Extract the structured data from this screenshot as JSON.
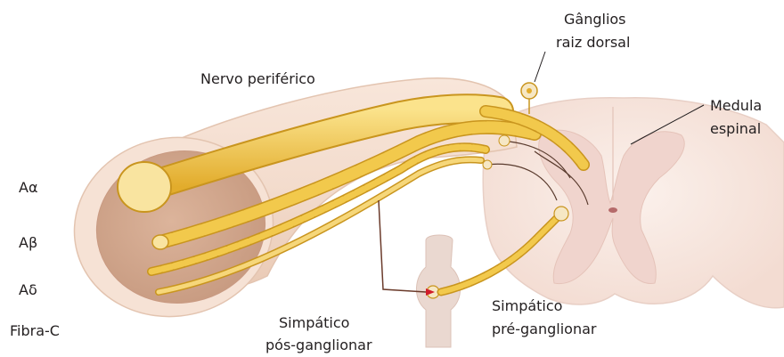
{
  "labels": {
    "ganglios_line1": "Gânglios",
    "ganglios_line2": "raiz dorsal",
    "nervo_periferico": "Nervo periférico",
    "medula_line1": "Medula",
    "medula_line2": "espinal",
    "a_alpha": "Aα",
    "a_beta": "Aβ",
    "a_delta": "Aδ",
    "fibra_c": "Fibra-C",
    "simpatico_pos_line1": "Simpático",
    "simpatico_pos_line2": "pós-ganglionar",
    "simpatico_pre_line1": "Simpático",
    "simpatico_pre_line2": "pré-ganglionar"
  },
  "colors": {
    "nerve_sheath": "#f3dccd",
    "nerve_inner": "#e6c3ad",
    "fiber_gold": "#f2c94c",
    "fiber_outline": "#c9951e",
    "spinal_cord": "#f8e9e2",
    "gray_matter": "#f0d4cd",
    "sympathetic_chain": "#ead8d0",
    "line": "#231f20"
  }
}
